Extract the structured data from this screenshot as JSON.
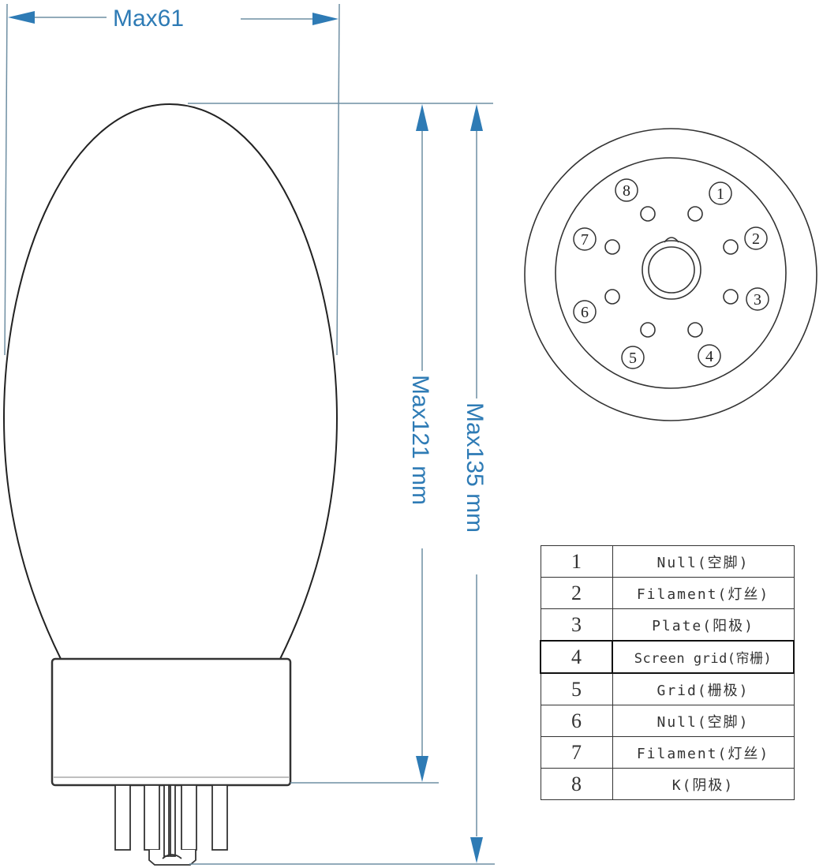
{
  "dimensions": {
    "width_label": "Max61",
    "body_height_label": "Max121 mm",
    "total_height_label": "Max135 mm"
  },
  "colors": {
    "dimension_blue": "#2e7bb5",
    "dimension_line": "#6f8fa3",
    "outline": "#222222"
  },
  "socket_diagram": {
    "pins": [
      "1",
      "2",
      "3",
      "4",
      "5",
      "6",
      "7",
      "8"
    ]
  },
  "pin_table": {
    "rows": [
      {
        "pin": "1",
        "function": "Null(空脚)"
      },
      {
        "pin": "2",
        "function": "Filament(灯丝)"
      },
      {
        "pin": "3",
        "function": "Plate(阳极)"
      },
      {
        "pin": "4",
        "function": "Screen grid(帘栅)"
      },
      {
        "pin": "5",
        "function": "Grid(栅极)"
      },
      {
        "pin": "6",
        "function": "Null(空脚)"
      },
      {
        "pin": "7",
        "function": "Filament(灯丝)"
      },
      {
        "pin": "8",
        "function": "K(阴极)"
      }
    ]
  }
}
